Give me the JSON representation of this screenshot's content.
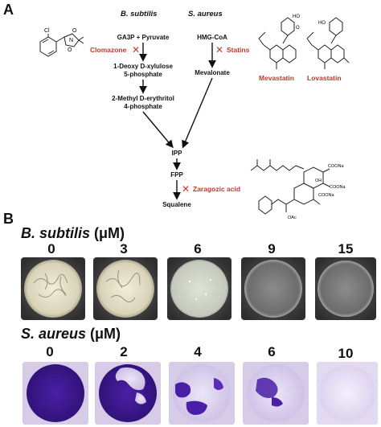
{
  "panel_a": {
    "letter": "A",
    "organisms": {
      "bsub": "B. subtilis",
      "saur": "S. aureus"
    },
    "nodes": {
      "ga3p": "GA3P + Pyruvate",
      "dxp_1": "1-Deoxy D-xylulose",
      "dxp_2": "5-phosphate",
      "mep_1": "2-Methyl D-erythritol",
      "mep_2": "4-phosphate",
      "hmgcoa": "HMG-CoA",
      "mevalonate": "Mevalonate",
      "ipp": "IPP",
      "fpp": "FPP",
      "squalene": "Squalene"
    },
    "inhibitors": {
      "clomazone": "Clomazone",
      "statins": "Statins",
      "zaragozic": "Zaragozic acid"
    },
    "x_symbol": "✕",
    "drugs": {
      "mevastatin": "Mevastatin",
      "lovastatin": "Lovastatin"
    },
    "structure_labels": {
      "clomazone_cl": "Cl",
      "clomazone_n": "N",
      "clomazone_o": "O",
      "clomazone_o2": "O",
      "statin_ho": "HO",
      "statin_o": "O",
      "lovastatin_ho": "HO",
      "zara_coona1": "COONa",
      "zara_coona2": "COONa",
      "zara_coona3": "COONa",
      "zara_oh": "OH",
      "zara_oac": "OAc"
    }
  },
  "panel_b": {
    "letter": "B",
    "bsub_title": "B. subtilis",
    "bsub_unit": " (μM)",
    "bsub_concentrations": [
      "0",
      "3",
      "6",
      "9",
      "15"
    ],
    "saur_title": "S. aureus",
    "saur_unit": " (μM)",
    "saur_concentrations": [
      "0",
      "2",
      "4",
      "6",
      "10"
    ]
  },
  "colors": {
    "inhibitor_red": "#c0392b",
    "crystal_violet": "#5a2bb8",
    "well_dark": "#4a4a4a"
  }
}
